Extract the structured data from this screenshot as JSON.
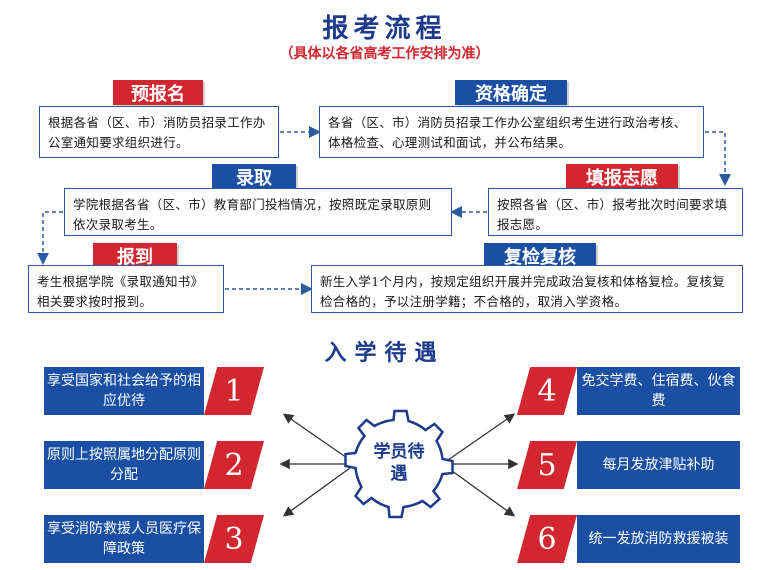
{
  "header": {
    "title": "报考流程",
    "subtitle": "（具体以各省高考工作安排为准）"
  },
  "steps": {
    "pre_register": {
      "label": "预报名",
      "text": "根据各省（区、市）消防员招录工作办公室通知要求组织进行。"
    },
    "qualification": {
      "label": "资格确定",
      "text": "各省（区、市）消防员招录工作办公室组织考生进行政治考核、体格检查、心理测试和面试，并公布结果。"
    },
    "application": {
      "label": "填报志愿",
      "text": "按照各省（区、市）报考批次时间要求填报志愿。"
    },
    "admission": {
      "label": "录取",
      "text": "学院根据各省（区、市）教育部门投档情况，按照既定录取原则依次录取考生。"
    },
    "reexam": {
      "label": "复检复核",
      "text": "新生入学1个月内，按规定组织开展并完成政治复核和体格复检。复核复检合格的，予以注册学籍；不合格的，取消入学资格。"
    },
    "report": {
      "label": "报到",
      "text": "考生根据学院《录取通知书》相关要求按时报到。"
    }
  },
  "benefits": {
    "title": "入学待遇",
    "center": "学员待遇",
    "items": [
      {
        "num": "1",
        "text": "享受国家和社会给予的相应优待"
      },
      {
        "num": "2",
        "text": "原则上按照属地分配原则分配"
      },
      {
        "num": "3",
        "text": "享受消防救援人员医疗保障政策"
      },
      {
        "num": "4",
        "text": "免交学费、住宿费、伙食费"
      },
      {
        "num": "5",
        "text": "每月发放津贴补助"
      },
      {
        "num": "6",
        "text": "统一发放消防救援被装"
      }
    ]
  },
  "colors": {
    "brand_blue": "#1a4fa3",
    "accent_red": "#d22630",
    "title_blue": "#1e3a8a"
  }
}
